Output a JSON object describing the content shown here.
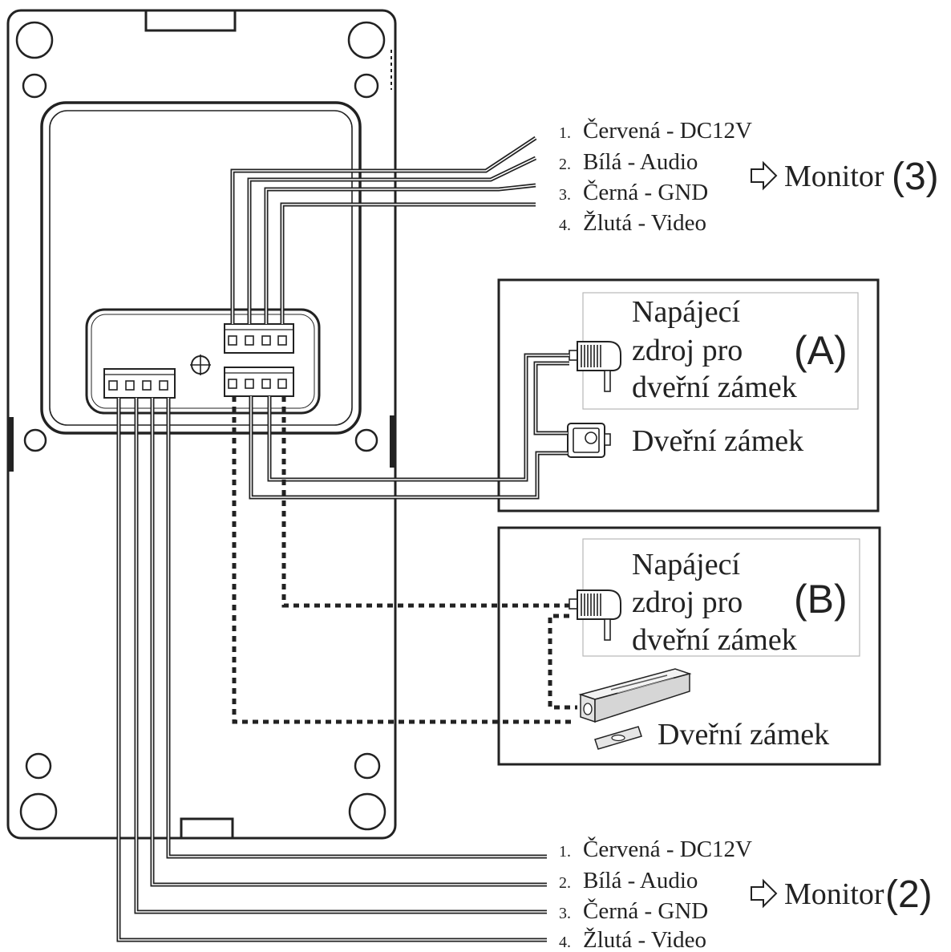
{
  "monitor_3": {
    "wires": [
      {
        "number": "1.",
        "label": "Červená - DC12V"
      },
      {
        "number": "2.",
        "label": "Bílá - Audio"
      },
      {
        "number": "3.",
        "label": "Černá - GND"
      },
      {
        "number": "4.",
        "label": "Žlutá - Video"
      }
    ],
    "target": "Monitor",
    "target_number": "(3)"
  },
  "option_a": {
    "power_supply_lines": [
      "Napájecí",
      "zdroj pro",
      "dveřní zámek"
    ],
    "tag": "(A)",
    "lock_label": "Dveřní zámek"
  },
  "option_b": {
    "power_supply_lines": [
      "Napájecí",
      "zdroj pro",
      "dveřní zámek"
    ],
    "tag": "(B)",
    "lock_label": "Dveřní zámek"
  },
  "monitor_2": {
    "wires": [
      {
        "number": "1.",
        "label": "Červená - DC12V"
      },
      {
        "number": "2.",
        "label": "Bílá - Audio"
      },
      {
        "number": "3.",
        "label": "Černá - GND"
      },
      {
        "number": "4.",
        "label": "Žlutá - Video"
      }
    ],
    "target": "Monitor",
    "target_number": "(2)"
  },
  "icons": {
    "arrow": "arrow-right-outline-icon",
    "plug": "power-plug-icon",
    "lock_a": "door-lock-icon",
    "lock_b": "electric-strike-icon",
    "ground": "ground-screw-icon"
  },
  "colors": {
    "line": "#222222",
    "background": "#ffffff",
    "guide_box": "#b8b8b8"
  }
}
